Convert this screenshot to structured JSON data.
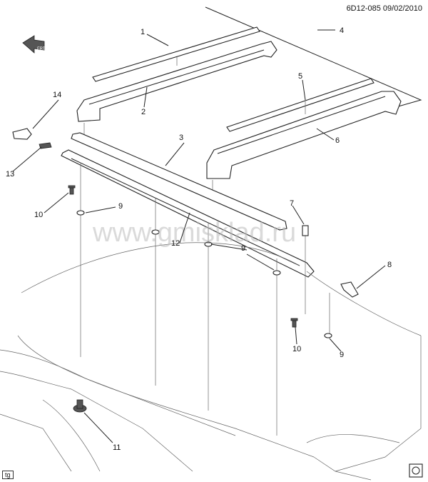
{
  "header": {
    "doc_id": "6D12-085  09/02/2010"
  },
  "watermark": "www.gmisklad.ru",
  "corner_tag": "tg",
  "callouts": [
    "1",
    "2",
    "3",
    "4",
    "5",
    "6",
    "7",
    "8",
    "9",
    "9",
    "9",
    "10",
    "10",
    "11",
    "12",
    "13",
    "14"
  ],
  "icons": {
    "front_arrow": "front-arrow-icon",
    "gauge": "gauge-icon"
  }
}
